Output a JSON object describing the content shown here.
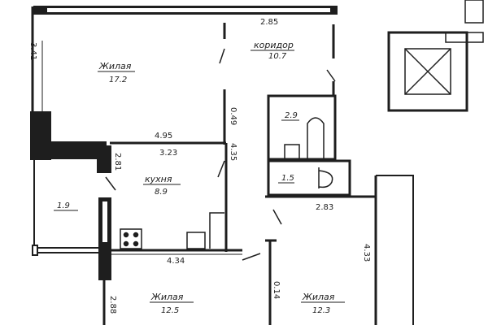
{
  "rooms": {
    "living_top": {
      "name": "Жилая",
      "area": "17.2"
    },
    "corridor": {
      "name": "коридор",
      "area": "10.7"
    },
    "bathroom": {
      "area": "2.9"
    },
    "toilet": {
      "area": "1.5"
    },
    "kitchen": {
      "name": "кухня",
      "area": "8.9"
    },
    "balcony": {
      "area": "1.9"
    },
    "living_bottom_left": {
      "name": "Жилая",
      "area": "12.5"
    },
    "living_bottom_right": {
      "name": "Жилая",
      "area": "12.3"
    }
  },
  "dimensions": {
    "top_width": "2.85",
    "left_height": "3.41",
    "living_width": "4.95",
    "corridor_gap": "0.49",
    "kitchen_width": "3.23",
    "kitchen_depth": "2.81",
    "corridor_depth": "4.35",
    "bath_width": "2.83",
    "room_width": "4.34",
    "wall_gap": "0.14",
    "room_height": "4.33",
    "room_left_height": "2.88"
  },
  "colors": {
    "ink": "#1e1e1e",
    "paper": "#ffffff"
  }
}
